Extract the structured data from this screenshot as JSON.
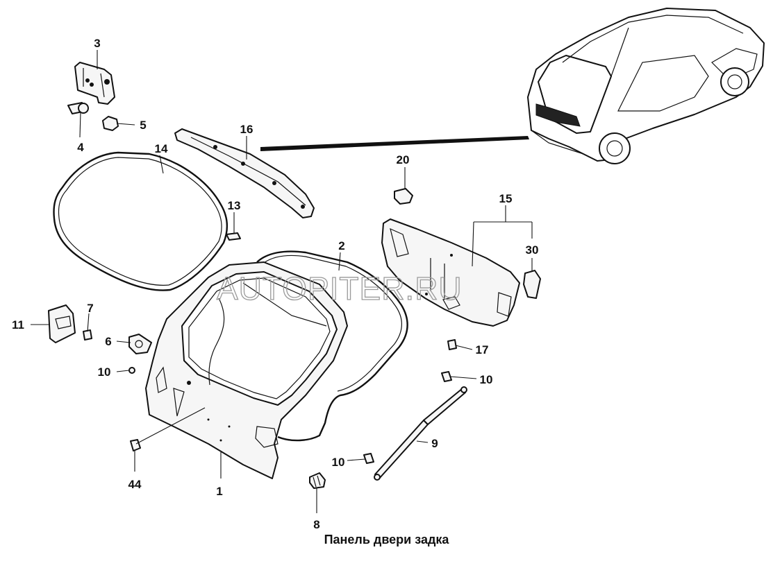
{
  "caption": "Панель двери задка",
  "watermark": "AUTOPITER.RU",
  "callouts": {
    "c1": "1",
    "c2": "2",
    "c3": "3",
    "c4": "4",
    "c5": "5",
    "c6": "6",
    "c7": "7",
    "c8": "8",
    "c9": "9",
    "c10a": "10",
    "c10b": "10",
    "c10c": "10",
    "c11": "11",
    "c13": "13",
    "c14": "14",
    "c15": "15",
    "c16": "16",
    "c17": "17",
    "c20": "20",
    "c30": "30",
    "c44": "44"
  }
}
